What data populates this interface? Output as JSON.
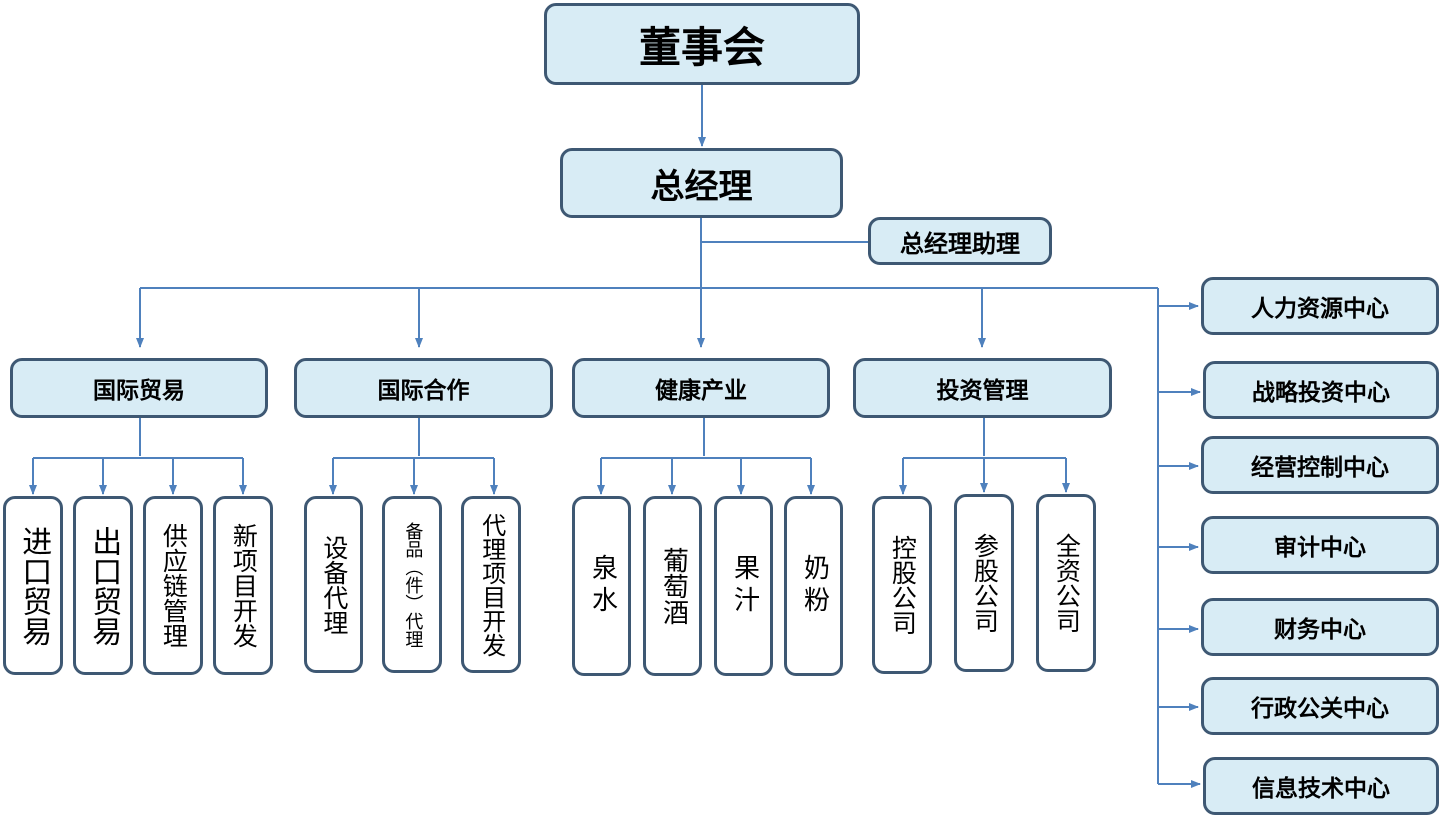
{
  "board": "董事会",
  "general_manager": "总经理",
  "assistant": "总经理助理",
  "divisions": [
    {
      "name": "国际贸易",
      "children": [
        "进口贸易",
        "出口贸易",
        "供应链管理",
        "新项目开发"
      ]
    },
    {
      "name": "国际合作",
      "children": [
        "设备代理",
        "备品（件）代理",
        "代理项目开发"
      ]
    },
    {
      "name": "健康产业",
      "children": [
        "泉水",
        "葡萄酒",
        "果汁",
        "奶粉"
      ]
    },
    {
      "name": "投资管理",
      "children": [
        "控股公司",
        "参股公司",
        "全资公司"
      ]
    }
  ],
  "centers": [
    "人力资源中心",
    "战略投资中心",
    "经营控制中心",
    "审计中心",
    "财务中心",
    "行政公关中心",
    "信息技术中心"
  ],
  "colors": {
    "box_fill": "#d8ecf5",
    "box_border": "#3e5873",
    "line": "#4f81bd"
  }
}
